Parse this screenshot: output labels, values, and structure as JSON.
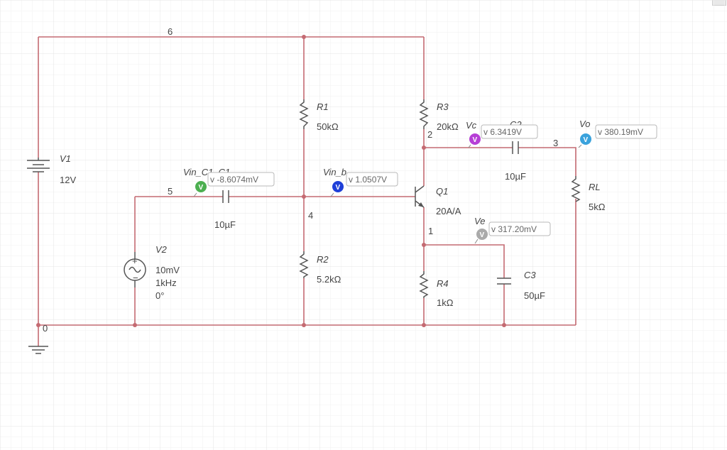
{
  "nodes": {
    "n6": "6",
    "n5": "5",
    "n4": "4",
    "n3": "3",
    "n2": "2",
    "n1": "1",
    "n0": "0"
  },
  "components": {
    "V1": {
      "name": "V1",
      "value": "12V"
    },
    "V2": {
      "name": "V2",
      "amplitude": "10mV",
      "frequency": "1kHz",
      "phase": "0°"
    },
    "R1": {
      "name": "R1",
      "value": "50kΩ"
    },
    "R2": {
      "name": "R2",
      "value": "5.2kΩ"
    },
    "R3": {
      "name": "R3",
      "value": "20kΩ"
    },
    "R4": {
      "name": "R4",
      "value": "1kΩ"
    },
    "RL": {
      "name": "RL",
      "value": "5kΩ"
    },
    "C1": {
      "value": "10µF"
    },
    "C2": {
      "name": "C2",
      "value": "10µF"
    },
    "C3": {
      "name": "C3",
      "value": "50µF"
    },
    "Q1": {
      "name": "Q1",
      "model": "20A/A"
    }
  },
  "probes": {
    "vin_c1": {
      "name": "Vin_C1_C1",
      "reading": "v -8.6074mV",
      "color": "#4caf50",
      "badge": "V"
    },
    "vin_b": {
      "name": "Vin_b",
      "reading": "v 1.0507V",
      "color": "#1e3fd8",
      "badge": "V"
    },
    "vc": {
      "name": "Vc",
      "reading": "v 6.3419V",
      "color": "#b63fd6",
      "badge": "V"
    },
    "vo": {
      "name": "Vo",
      "reading": "v 380.19mV",
      "color": "#3aa2dc",
      "badge": "V"
    },
    "ve": {
      "name": "Ve",
      "reading": "v 317.20mV",
      "color": "#aaaaaa",
      "badge": "V"
    }
  },
  "colors": {
    "wire": "#c46a72",
    "grid": "#f1f1f1",
    "grid_major": "#e6e6e6",
    "component": "#555555"
  }
}
